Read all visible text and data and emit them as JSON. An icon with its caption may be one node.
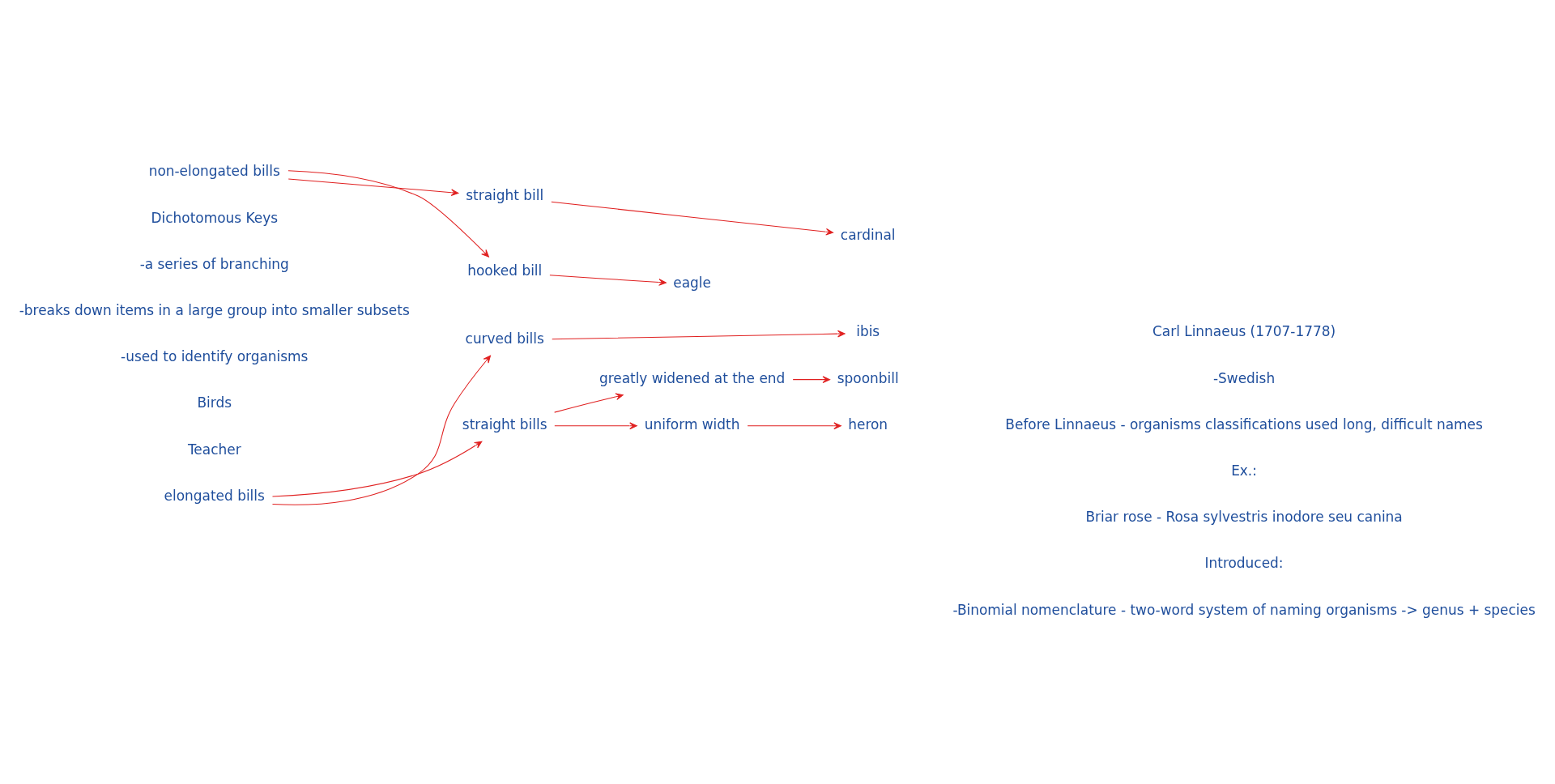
{
  "diagram": {
    "nodes": [
      {
        "text": [
          "elongated bills"
        ]
      },
      {
        "text": [
          "curved bills"
        ]
      },
      {
        "text": [
          "straight bills"
        ]
      },
      {
        "text": [
          "uniform width"
        ]
      },
      {
        "text": [
          "greatly widened at the end"
        ]
      },
      {
        "text": [
          "ibis"
        ]
      },
      {
        "text": [
          "heron"
        ]
      },
      {
        "text": [
          "spoonbill"
        ]
      },
      {
        "text": [
          "non-elongated bills"
        ]
      },
      {
        "text": [
          "straight bill"
        ]
      },
      {
        "text": [
          "hooked bill"
        ]
      },
      {
        "text": [
          "cardinal"
        ]
      },
      {
        "text": [
          "eagle"
        ]
      }
    ],
    "edges": [
      {
        "from": 0,
        "to": 1,
        "arrow": "to"
      },
      {
        "from": 0,
        "to": 2,
        "arrow": "to"
      },
      {
        "from": 1,
        "to": 5,
        "arrow": "to"
      },
      {
        "from": 2,
        "to": 3,
        "arrow": "to"
      },
      {
        "from": 2,
        "to": 4,
        "arrow": "to"
      },
      {
        "from": 3,
        "to": 6,
        "arrow": "to"
      },
      {
        "from": 4,
        "to": 7,
        "arrow": "to"
      },
      {
        "from": 8,
        "to": 9,
        "arrow": "to"
      },
      {
        "from": 8,
        "to": 10,
        "arrow": "to"
      },
      {
        "from": 9,
        "to": 11,
        "arrow": "to"
      },
      {
        "from": 10,
        "to": 12,
        "arrow": "to"
      }
    ],
    "labels": [
      "Dichotomous Keys",
      "-a series of branching",
      "-breaks down items in a large group into smaller subsets",
      "-used to identify organisms",
      "Birds",
      "Teacher",
      "Carl Linnaeus (1707-1778)",
      "-Swedish",
      "Before Linnaeus - organisms classifications used long, difficult names",
      "Ex.:",
      "Briar rose - Rosa sylvestris inodore seu canina",
      "Introduced:",
      "-Binomial nomenclature - two-word system of naming organisms -> genus + species"
    ]
  }
}
